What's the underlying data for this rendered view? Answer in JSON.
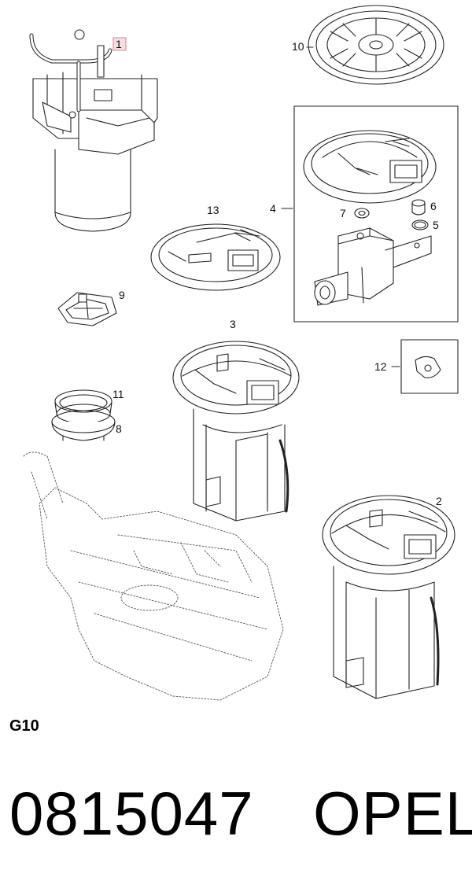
{
  "diagram": {
    "callouts": {
      "c1": "1",
      "c2": "2",
      "c3": "3",
      "c4": "4",
      "c5": "5",
      "c6": "6",
      "c7": "7",
      "c8": "8",
      "c9": "9",
      "c10": "10",
      "c11": "11",
      "c12": "12",
      "c13": "13"
    },
    "highlight_color": "#e8a0a8"
  },
  "footer": {
    "group_code": "G10",
    "part_number": "0815047",
    "brand": "OPEL"
  }
}
